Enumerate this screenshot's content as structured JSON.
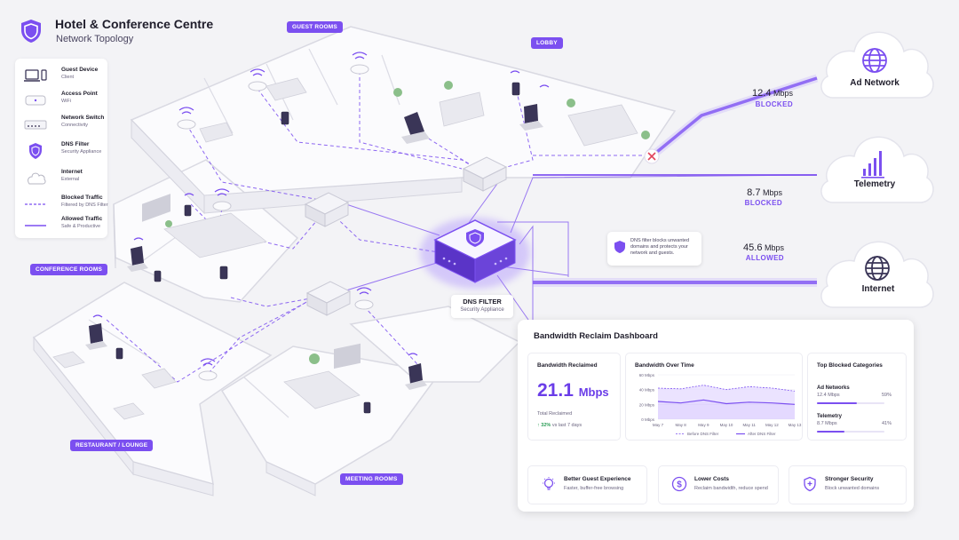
{
  "header": {
    "title": "Hotel & Conference Centre",
    "subtitle": "Network Topology"
  },
  "legend": [
    {
      "title": "Guest Device",
      "sub": "Client",
      "icon": "laptop-phone-icon"
    },
    {
      "title": "Access Point",
      "sub": "WiFi",
      "icon": "access-point-icon"
    },
    {
      "title": "Network Switch",
      "sub": "Connectivity",
      "icon": "switch-icon"
    },
    {
      "title": "DNS Filter",
      "sub": "Security Appliance",
      "icon": "shield-icon"
    },
    {
      "title": "Internet",
      "sub": "External",
      "icon": "cloud-icon"
    },
    {
      "title": "Blocked Traffic",
      "sub": "Filtered by DNS Filter",
      "icon": "dashed-line-icon"
    },
    {
      "title": "Allowed Traffic",
      "sub": "Safe & Productive",
      "icon": "solid-line-icon"
    }
  ],
  "areas": {
    "guest_rooms": "GUEST ROOMS",
    "lobby": "LOBBY",
    "conference_rooms": "CONFERENCE ROOMS",
    "restaurant": "RESTAURANT / LOUNGE",
    "meeting_rooms": "MEETING ROOMS"
  },
  "dns": {
    "title": "DNS FILTER",
    "sub": "Security Appliance"
  },
  "callout": "DNS filter blocks unwanted domains and protects your network and guests.",
  "destinations": [
    {
      "name": "Ad Network",
      "rate": "12.4",
      "unit": "Mbps",
      "status": "BLOCKED",
      "icon": "globe-icon"
    },
    {
      "name": "Telemetry",
      "rate": "8.7",
      "unit": "Mbps",
      "status": "BLOCKED",
      "icon": "bar-chart-icon"
    },
    {
      "name": "Internet",
      "rate": "45.6",
      "unit": "Mbps",
      "status": "ALLOWED",
      "icon": "globe-icon"
    }
  ],
  "dashboard": {
    "title": "Bandwidth Reclaim Dashboard",
    "reclaimed": {
      "label": "Bandwidth Reclaimed",
      "value": "21.1",
      "unit": "Mbps",
      "sub": "Total Reclaimed",
      "change": "↑ 32%",
      "change_sub": "vs last 7 days"
    },
    "chart_title": "Bandwidth Over Time",
    "categories_title": "Top Blocked Categories",
    "categories": [
      {
        "name": "Ad Networks",
        "value": "12.4 Mbps",
        "pct": "59%",
        "fraction": 0.59
      },
      {
        "name": "Telemetry",
        "value": "8.7 Mbps",
        "pct": "41%",
        "fraction": 0.41
      }
    ],
    "features": [
      {
        "title": "Better Guest Experience",
        "sub": "Faster, buffer-free browsing",
        "icon": "lightbulb-icon"
      },
      {
        "title": "Lower Costs",
        "sub": "Reclaim bandwidth, reduce spend",
        "icon": "dollar-icon"
      },
      {
        "title": "Stronger Security",
        "sub": "Block unwanted domains",
        "icon": "shield-check-icon"
      }
    ]
  },
  "colors": {
    "accent": "#7b4ff0",
    "accent_dark": "#6a3de8",
    "background": "#f3f3f6"
  },
  "chart_data": {
    "type": "area",
    "title": "Bandwidth Over Time",
    "categories": [
      "May 7",
      "May 8",
      "May 9",
      "May 10",
      "May 11",
      "May 12",
      "May 13"
    ],
    "y_ticks": [
      "0 Mbps",
      "20 Mbps",
      "40 Mbps",
      "60 Mbps"
    ],
    "ylim": [
      0,
      60
    ],
    "series": [
      {
        "name": "Before DNS Filter",
        "values": [
          42,
          41,
          46,
          40,
          44,
          42,
          38
        ]
      },
      {
        "name": "After DNS Filter",
        "values": [
          24,
          22,
          26,
          21,
          23,
          22,
          20
        ]
      }
    ],
    "legend": "bottom"
  }
}
